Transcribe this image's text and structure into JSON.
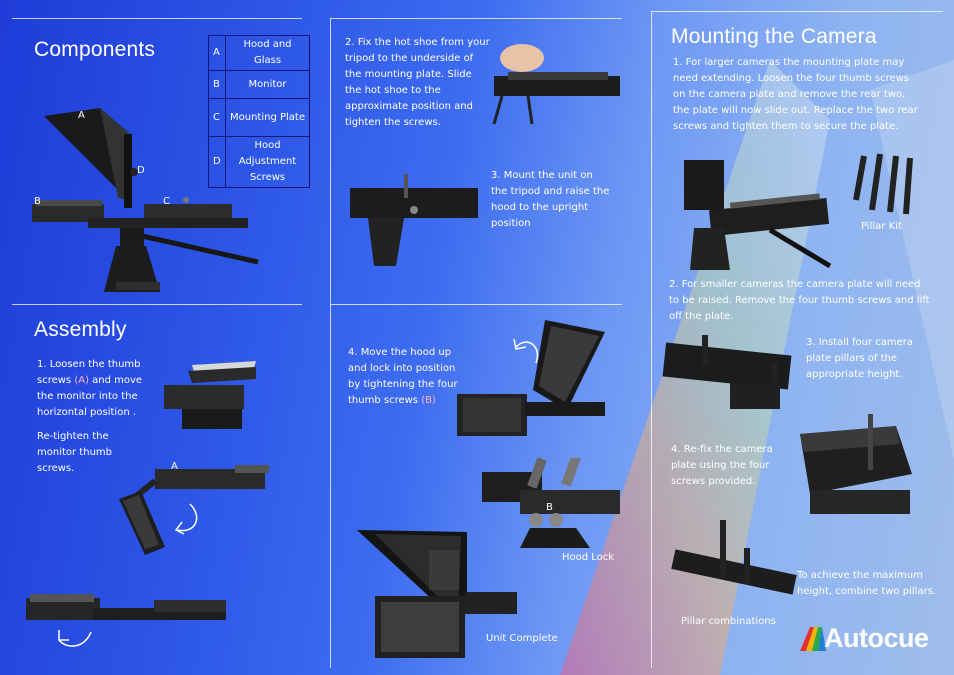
{
  "components": {
    "title": "Components",
    "table": [
      {
        "key": "A",
        "value": "Hood and Glass"
      },
      {
        "key": "B",
        "value": "Monitor"
      },
      {
        "key": "C",
        "value": "Mounting Plate"
      },
      {
        "key": "D",
        "value": "Hood Adjustment Screws"
      }
    ],
    "photo_labels": {
      "a": "A",
      "b": "B",
      "c": "C",
      "d": "D"
    }
  },
  "assembly": {
    "title": "Assembly",
    "step1_pre": "1. Loosen the thumb screws ",
    "step1_hl": "(A)",
    "step1_post": " and move the monitor into the horizontal position .",
    "step1b": "Re-tighten the monitor thumb screws.",
    "photo_label_a": "A"
  },
  "hotshoe": {
    "step2": "2. Fix the hot shoe from your tripod to the underside of the mounting plate. Slide the hot shoe to the approximate position and tighten the screws.",
    "step3": "3. Mount the unit on the tripod and raise the hood to the upright position"
  },
  "hood": {
    "step4_pre": "4. Move the hood up and lock into position by tightening the four thumb screws ",
    "step4_hl": "(B)",
    "hood_lock": "Hood Lock",
    "photo_label_b": "B",
    "unit_complete": "Unit Complete"
  },
  "mounting": {
    "title": "Mounting the Camera",
    "step1": "1. For larger cameras the mounting plate may need extending. Loosen the four thumb screws on the camera plate and remove the rear two, the plate will now slide out. Replace the two rear screws and tighten them to secure the plate.",
    "pillar_kit": "Pillar Kit",
    "step2": "2. For smaller cameras the camera plate will need to be raised. Remove the four thumb screws and lift off the plate.",
    "step3": "3. Install four camera plate pillars of the appropriate height.",
    "step4": "4. Re-fix the camera plate using the four screws provided.",
    "max_height": "To achieve the maximum height, combine two pillars.",
    "pillar_combinations": "Pillar combinations"
  },
  "brand": {
    "logo_text": "Autocue",
    "logo_colors": [
      "#e2312e",
      "#f5b400",
      "#2aa84a",
      "#1f7fd1"
    ]
  },
  "colors": {
    "text": "#ffffff",
    "highlight": "#ffb0c8",
    "table_border": "#12167a"
  }
}
